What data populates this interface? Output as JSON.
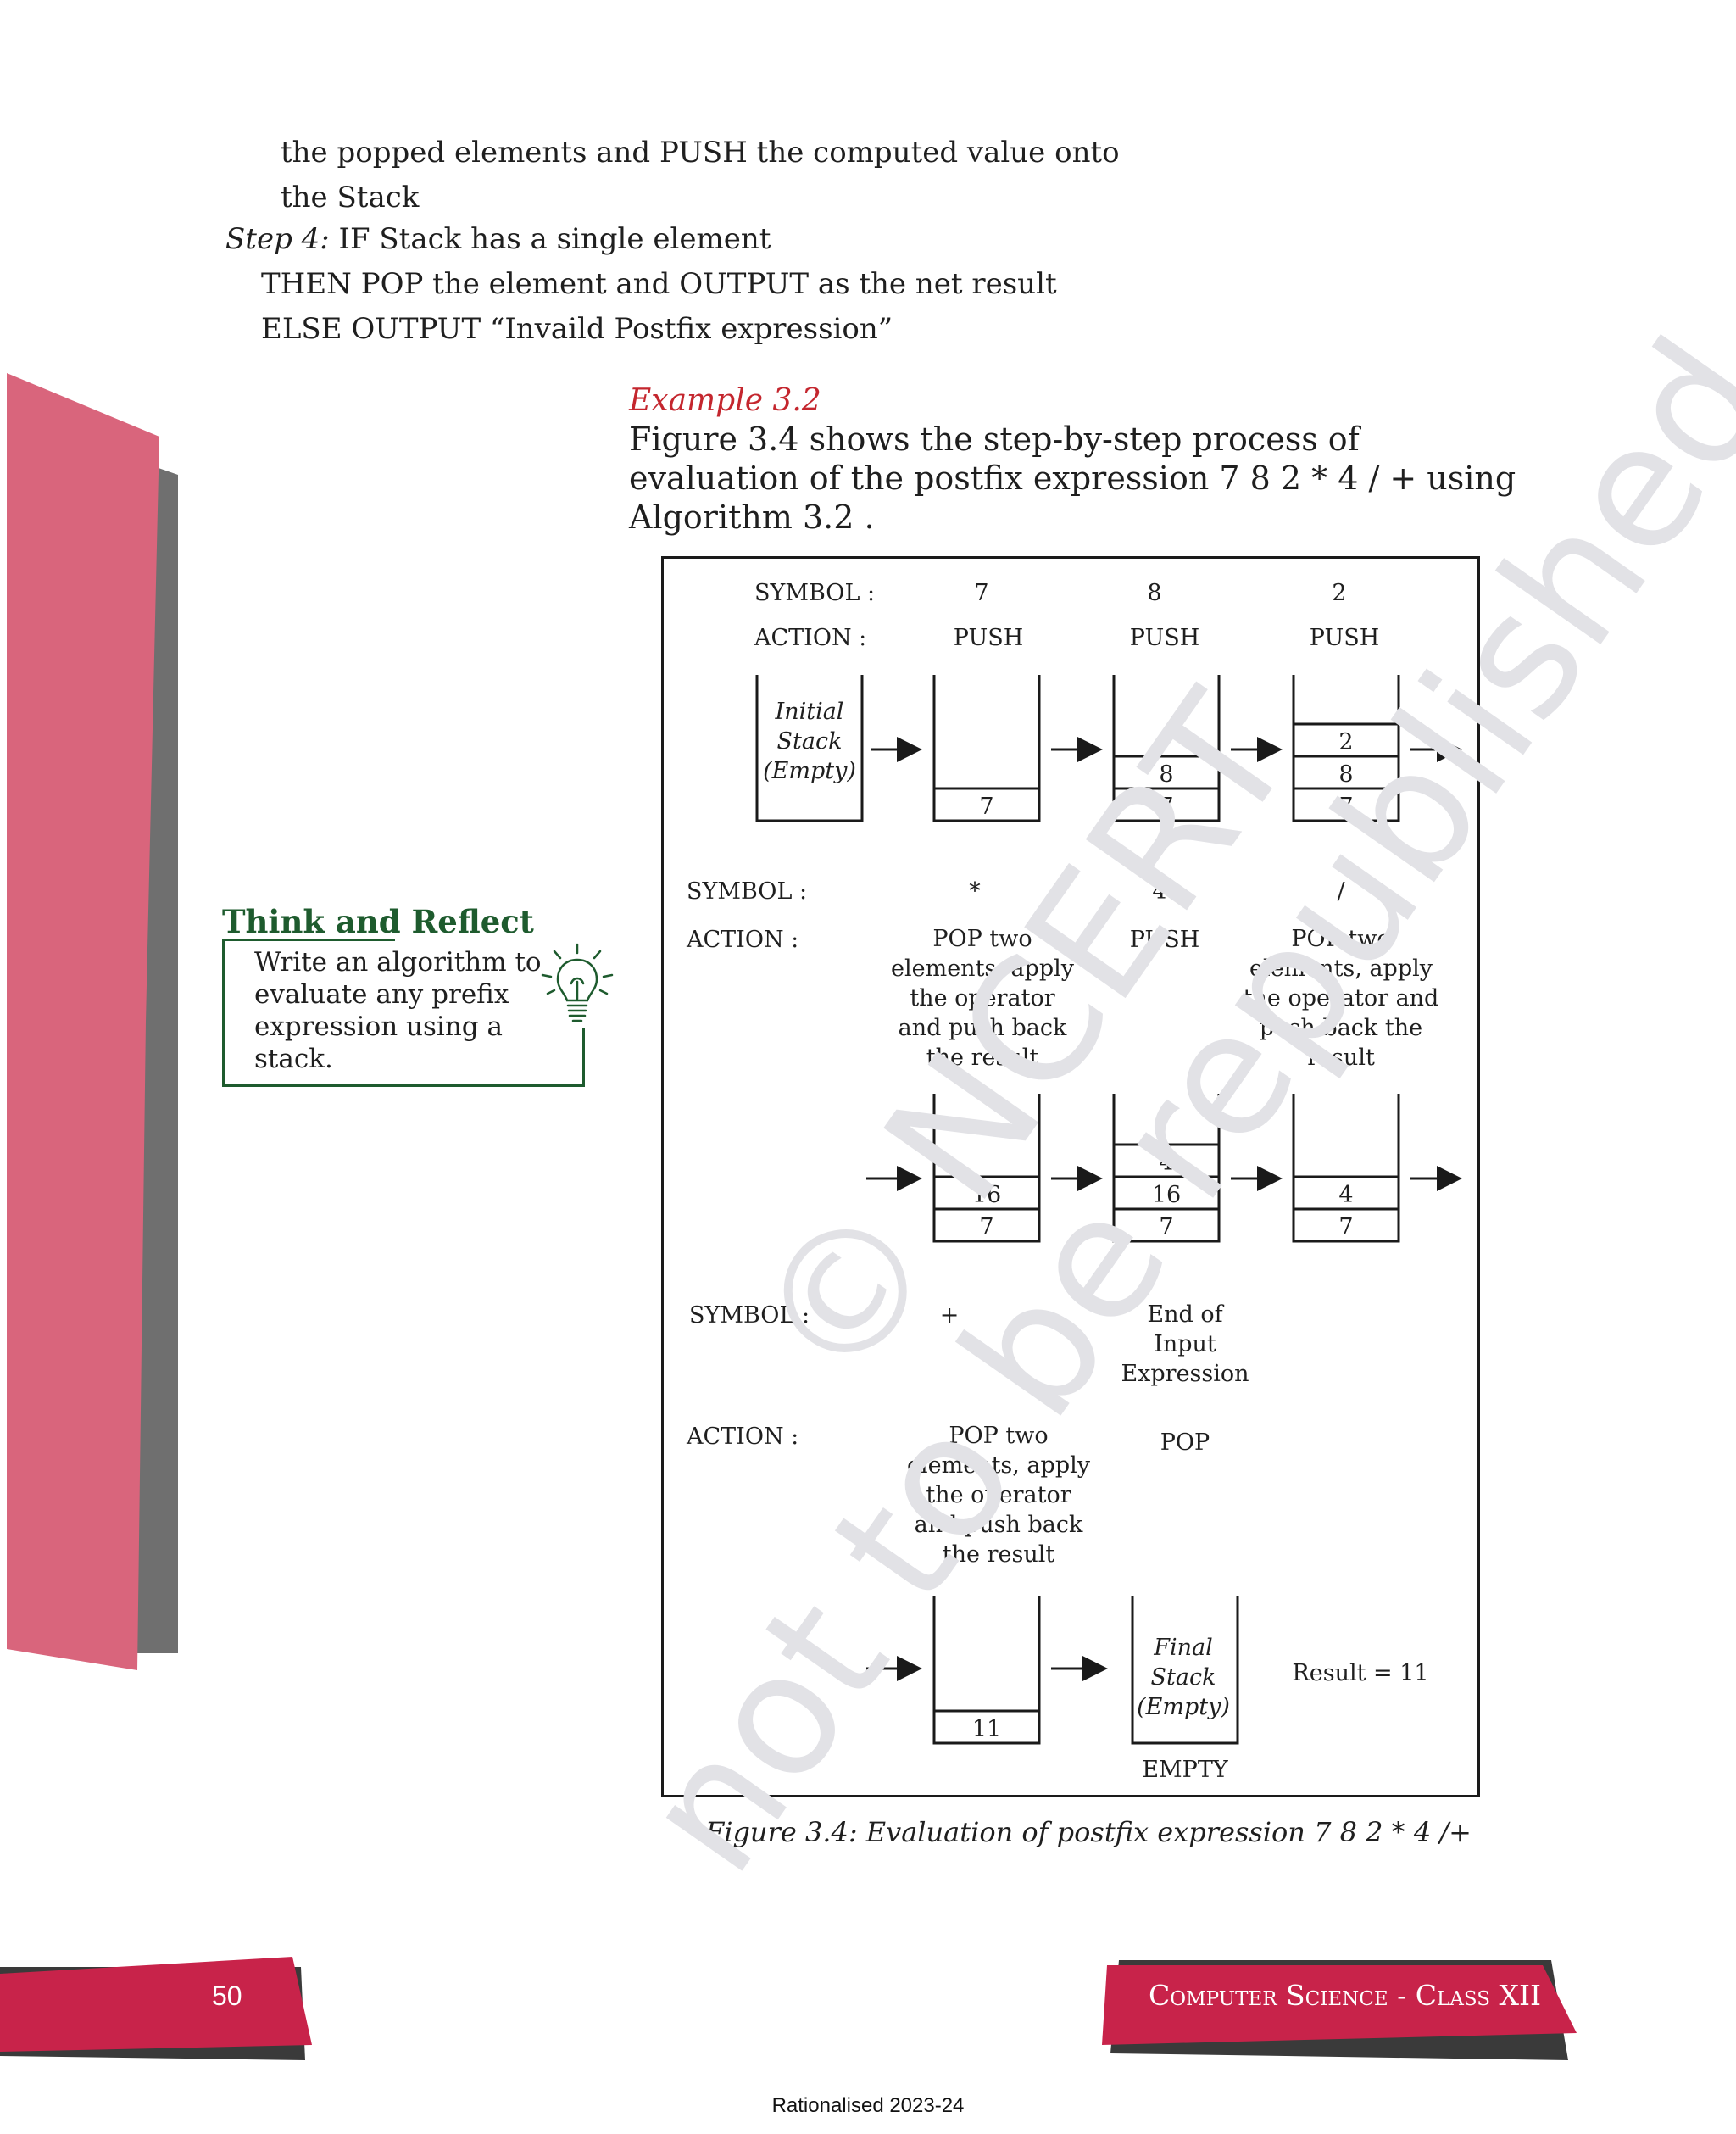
{
  "algorithm": {
    "line1": "the popped elements and  PUSH the computed value onto",
    "line2": "the Stack",
    "step4_label": "Step 4:",
    "step4_text": " IF Stack has a single element",
    "line4": "THEN POP the element and OUTPUT as the net result",
    "line5": "ELSE OUTPUT “Invaild Postfix expression”"
  },
  "example": {
    "title": "Example 3.2",
    "intro": "Figure 3.4 shows the step-by-step process of evaluation of the postfix expression 7 8 2 * 4 / + using Algorithm 3.2 ."
  },
  "figure": {
    "row1": {
      "symbol_label": "SYMBOL :",
      "action_label": "ACTION :",
      "symbols": [
        "7",
        "8",
        "2"
      ],
      "actions": [
        "PUSH",
        "PUSH",
        "PUSH"
      ],
      "initial_stack": [
        "Initial",
        "Stack",
        "(Empty)"
      ],
      "stacks": [
        [
          "7"
        ],
        [
          "8",
          "7"
        ],
        [
          "2",
          "8",
          "7"
        ]
      ]
    },
    "row2": {
      "symbol_label": "SYMBOL :",
      "action_label": "ACTION :",
      "symbols": [
        "*",
        "4",
        "/"
      ],
      "action_a": [
        "POP two",
        "elements, apply",
        "the operator",
        "and push back",
        "the result"
      ],
      "action_b": "PUSH",
      "action_c": [
        "POP two",
        "elements, apply",
        "the operator  and",
        "push back the",
        "result"
      ],
      "stacks": [
        [
          "16",
          "7"
        ],
        [
          "4",
          "16",
          "7"
        ],
        [
          "4",
          "7"
        ]
      ]
    },
    "row3": {
      "symbol_label": "SYMBOL :",
      "action_label": "ACTION :",
      "symbol_a": "+",
      "symbol_b": [
        "End of",
        "Input",
        "Expression"
      ],
      "action_a": [
        "POP two",
        "elements, apply",
        "the operator",
        "and push back",
        "the result"
      ],
      "action_b": "POP",
      "stack": [
        "11"
      ],
      "final_stack": [
        "Final",
        "Stack",
        "(Empty)"
      ],
      "final_label": "EMPTY",
      "result": "Result = 11"
    },
    "caption": "Figure 3.4:  Evaluation of postfix expression 7 8 2 * 4 /+"
  },
  "think_reflect": {
    "title": "Think and Reflect",
    "text": "Write an algorithm to evaluate any prefix expression using a stack.",
    "icon": "lightbulb-icon"
  },
  "watermark": {
    "line1": "© NCERT",
    "line2": "not to be republished"
  },
  "footer": {
    "page_number": "50",
    "subject": "Computer Science - Class XII",
    "rationalised": "Rationalised 2023-24"
  },
  "colors": {
    "accent_red": "#c4262e",
    "band_pink": "#d9657c",
    "band_gray": "#6f6f6f",
    "footer_red": "#c8234a",
    "green": "#1e5b2e"
  }
}
